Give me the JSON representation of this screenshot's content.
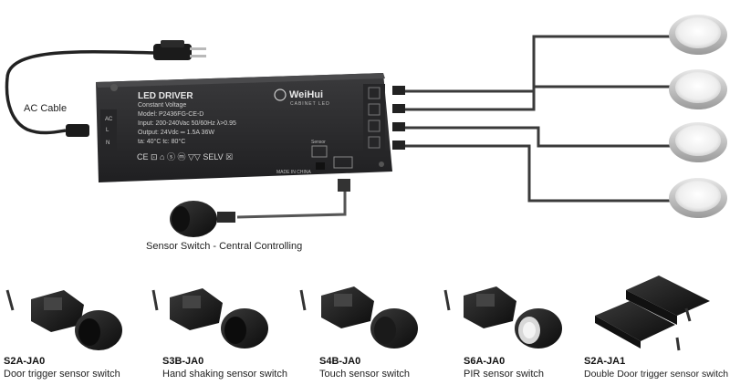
{
  "labels": {
    "ac_cable": "AC Cable",
    "central": "Sensor Switch - Central Controlling"
  },
  "driver": {
    "title": "LED DRIVER",
    "subtitle": "Constant Voltage",
    "model": "Model: P2436FG-CE-D",
    "input": "Input: 200-240Vac  50/60Hz   λ>0.95",
    "output": "Output: 24Vdc ═ 1.5A   36W",
    "temps": "ta: 40°C     tc: 80°C",
    "brand": "WeiHui",
    "brand_sub": "CABINET LED",
    "made_in": "MADE IN CHINA",
    "ac_mark": "AC",
    "l_mark": "L",
    "n_mark": "N",
    "cert_marks": "CE  ⊡  ⌂  ⓢ  ⓜ  ▽▽  SELV  ☒",
    "sensor_port": "Sensor"
  },
  "products": [
    {
      "code": "S2A-JA0",
      "desc": "Door trigger sensor switch"
    },
    {
      "code": "S3B-JA0",
      "desc": "Hand shaking sensor switch"
    },
    {
      "code": "S4B-JA0",
      "desc": "Touch sensor switch"
    },
    {
      "code": "S6A-JA0",
      "desc": "PIR sensor switch"
    },
    {
      "code": "S2A-JA1",
      "desc": "Double Door trigger sensor switch"
    }
  ],
  "colors": {
    "driver_body": "#2c2c2e",
    "cable": "#3a3a3a",
    "light_face": "#f2f2f2"
  }
}
